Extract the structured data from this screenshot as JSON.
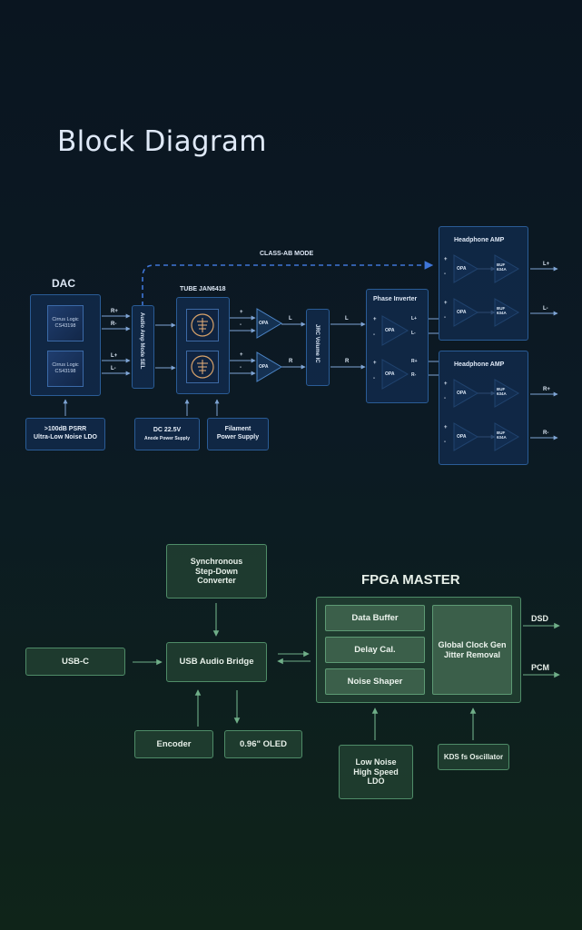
{
  "title": "Block Diagram",
  "analog": {
    "class_ab_mode": "CLASS-AB MODE",
    "dac": {
      "label": "DAC",
      "chips": [
        "Cirrus Logic\nCS43198",
        "Cirrus Logic\nCS43198"
      ],
      "outputs": [
        "R+",
        "R-",
        "L+",
        "L-"
      ]
    },
    "ldo": ">100dB PSRR\nUltra-Low Noise LDO",
    "mode_sel": "Audio Amp Mode SEL",
    "tube": {
      "label": "TUBE JAN6418"
    },
    "dc_supply": {
      "line1": "DC 22.5V",
      "line2": "Anode Power Supply"
    },
    "filament": "Filament\nPower Supply",
    "opa": "OPA",
    "buf": "BUF\n634A",
    "volume_ic": "JRC Volume IC",
    "phase_inverter": "Phase Inverter",
    "headphone_amp": "Headphone AMP",
    "signals": {
      "L": "L",
      "R": "R",
      "plus": "+",
      "minus": "-",
      "Lp": "L+",
      "Lm": "L-",
      "Rp": "R+",
      "Rm": "R-"
    }
  },
  "digital": {
    "sync_converter": "Synchronous\nStep-Down\nConverter",
    "usb_c": "USB-C",
    "usb_bridge": "USB Audio Bridge",
    "encoder": "Encoder",
    "oled": "0.96\" OLED",
    "fpga": {
      "label": "FPGA MASTER",
      "blocks": [
        "Data Buffer",
        "Delay Cal.",
        "Noise Shaper"
      ],
      "clock": "Global Clock Gen\nJitter Removal"
    },
    "outputs": [
      "DSD",
      "PCM"
    ],
    "low_noise_ldo": "Low Noise\nHigh Speed\nLDO",
    "oscillator": "KDS fs Oscillator"
  }
}
